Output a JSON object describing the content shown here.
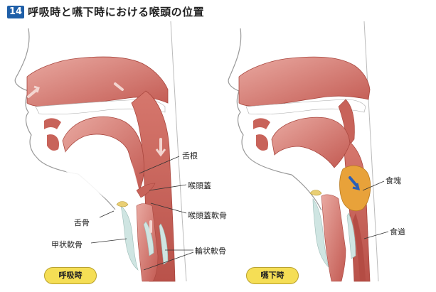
{
  "figure": {
    "number": "14",
    "title": "呼吸時と嚥下時における喉頭の位置"
  },
  "labels": {
    "tongue_root": "舌根",
    "epiglottis": "喉頭蓋",
    "hyoid": "舌骨",
    "epiglottic_cartilage": "喉頭蓋軟骨",
    "thyroid_cartilage": "甲状軟骨",
    "cricoid_cartilage": "輪状軟骨",
    "bolus": "食塊",
    "esophagus": "食道"
  },
  "panels": {
    "left": "呼吸時",
    "right": "嚥下時"
  },
  "colors": {
    "tissue": "#c8635a",
    "tissue_light": "#e5a69f",
    "bolus": "#e8a23a",
    "cartilage": "#cfe5e2",
    "hyoid": "#e9cf74",
    "pill": "#f5de55",
    "badge": "#1f5fa8",
    "arrow_air": "#f3d5d0",
    "arrow_food": "#2b5fb8"
  }
}
